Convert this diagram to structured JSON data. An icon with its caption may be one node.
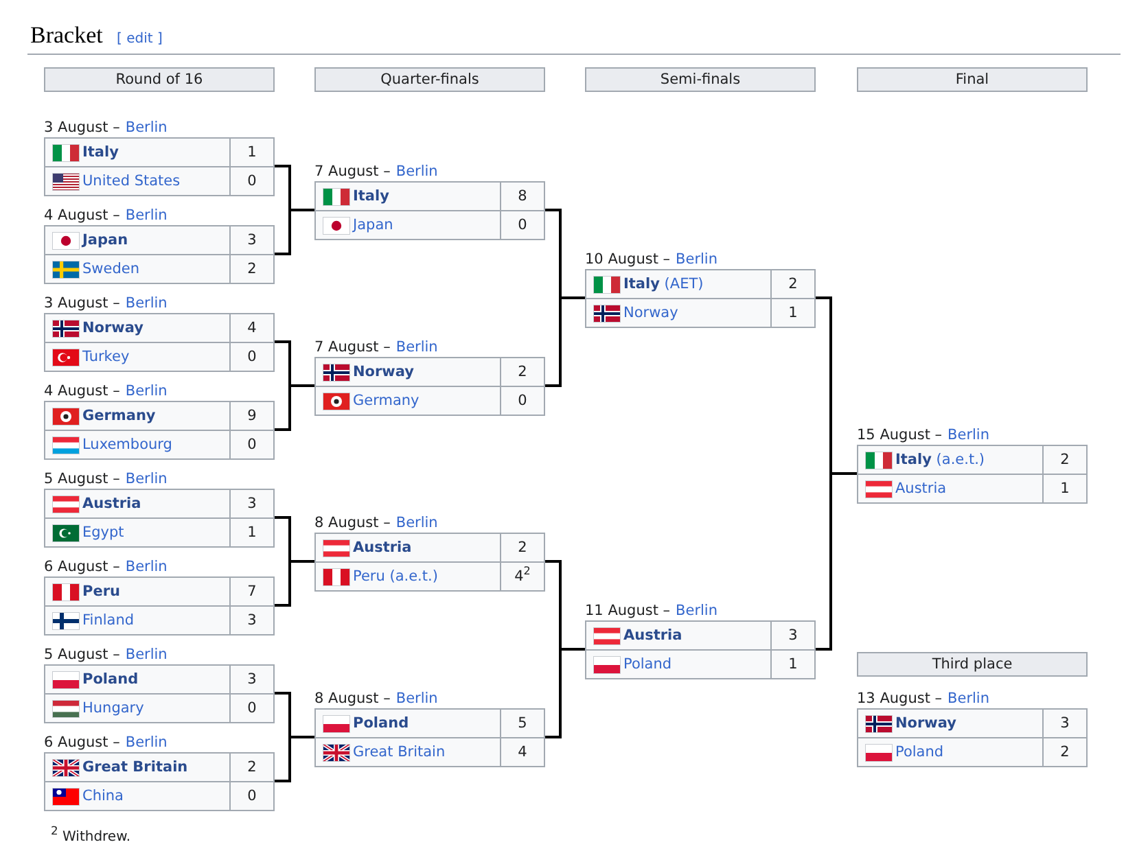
{
  "diagram": {
    "title": "Bracket",
    "nodes": [
      {
        "text": [
          "Round of 16"
        ]
      },
      {
        "text": [
          "Quarter-finals"
        ]
      },
      {
        "text": [
          "Semi-finals"
        ]
      },
      {
        "text": [
          "Final"
        ]
      },
      {
        "text": [
          "Italy",
          "1",
          "United States",
          "0"
        ],
        "beside": [
          "3 August –",
          "Berlin"
        ]
      },
      {
        "text": [
          "Japan",
          "3",
          "Sweden",
          "2"
        ],
        "beside": [
          "4 August –",
          "Berlin"
        ]
      },
      {
        "text": [
          "Norway",
          "4",
          "Turkey",
          "0"
        ],
        "beside": [
          "3 August –",
          "Berlin"
        ]
      },
      {
        "text": [
          "Germany",
          "9",
          "Luxembourg",
          "0"
        ],
        "beside": [
          "4 August –",
          "Berlin"
        ]
      },
      {
        "text": [
          "Austria",
          "3",
          "Egypt",
          "1"
        ],
        "beside": [
          "5 August –",
          "Berlin"
        ]
      },
      {
        "text": [
          "Peru",
          "7",
          "Finland",
          "3"
        ],
        "beside": [
          "6 August –",
          "Berlin"
        ]
      },
      {
        "text": [
          "Poland",
          "3",
          "Hungary",
          "0"
        ],
        "beside": [
          "5 August –",
          "Berlin"
        ]
      },
      {
        "text": [
          "Great Britain",
          "2",
          "China",
          "0"
        ],
        "beside": [
          "6 August –",
          "Berlin"
        ]
      },
      {
        "text": [
          "Italy",
          "8",
          "Japan",
          "0"
        ],
        "beside": [
          "7 August –",
          "Berlin"
        ]
      },
      {
        "text": [
          "Norway",
          "2",
          "Germany",
          "0"
        ],
        "beside": [
          "7 August –",
          "Berlin"
        ]
      },
      {
        "text": [
          "Austria",
          "2",
          "Peru (a.e.t.)",
          "4$^{2}$"
        ],
        "beside": [
          "8 August –",
          "Berlin"
        ]
      },
      {
        "text": [
          "Poland",
          "5",
          "Great Britain",
          "4"
        ],
        "beside": [
          "8 August –",
          "Berlin"
        ]
      },
      {
        "text": [
          "**Italy** (AET)",
          "2",
          "Norway",
          "1"
        ],
        "beside": [
          "10 August –",
          "Berlin"
        ]
      },
      {
        "text": [
          "Austria",
          "3",
          "Poland",
          "1"
        ],
        "beside": [
          "11 August –",
          "Berlin"
        ]
      },
      {
        "text": [
          "**Italy** (a.e.t.)",
          "2",
          "Austria",
          "1"
        ],
        "beside": [
          "15 August –",
          "Berlin"
        ]
      },
      {
        "text": [
          "Third place"
        ]
      },
      {
        "text": [
          "Norway",
          "3",
          "Poland",
          "2"
        ],
        "beside": [
          "13 August –",
          "Berlin"
        ]
      }
    ],
    "edges": [
      {
        "from": 4,
        "to": 12,
        "arrow": "none"
      },
      {
        "from": 5,
        "to": 12,
        "arrow": "none"
      },
      {
        "from": 6,
        "to": 13,
        "arrow": "none"
      },
      {
        "from": 7,
        "to": 13,
        "arrow": "none"
      },
      {
        "from": 8,
        "to": 14,
        "arrow": "none"
      },
      {
        "from": 9,
        "to": 14,
        "arrow": "none"
      },
      {
        "from": 10,
        "to": 15,
        "arrow": "none"
      },
      {
        "from": 11,
        "to": 15,
        "arrow": "none"
      },
      {
        "from": 12,
        "to": 16,
        "arrow": "none"
      },
      {
        "from": 13,
        "to": 16,
        "arrow": "none"
      },
      {
        "from": 14,
        "to": 17,
        "arrow": "none"
      },
      {
        "from": 15,
        "to": 17,
        "arrow": "none"
      },
      {
        "from": 16,
        "to": 18,
        "arrow": "none"
      },
      {
        "from": 17,
        "to": 18,
        "arrow": "none"
      }
    ],
    "labels": [
      "[ edit ]",
      "$^{2}$ Withdrew."
    ]
  }
}
